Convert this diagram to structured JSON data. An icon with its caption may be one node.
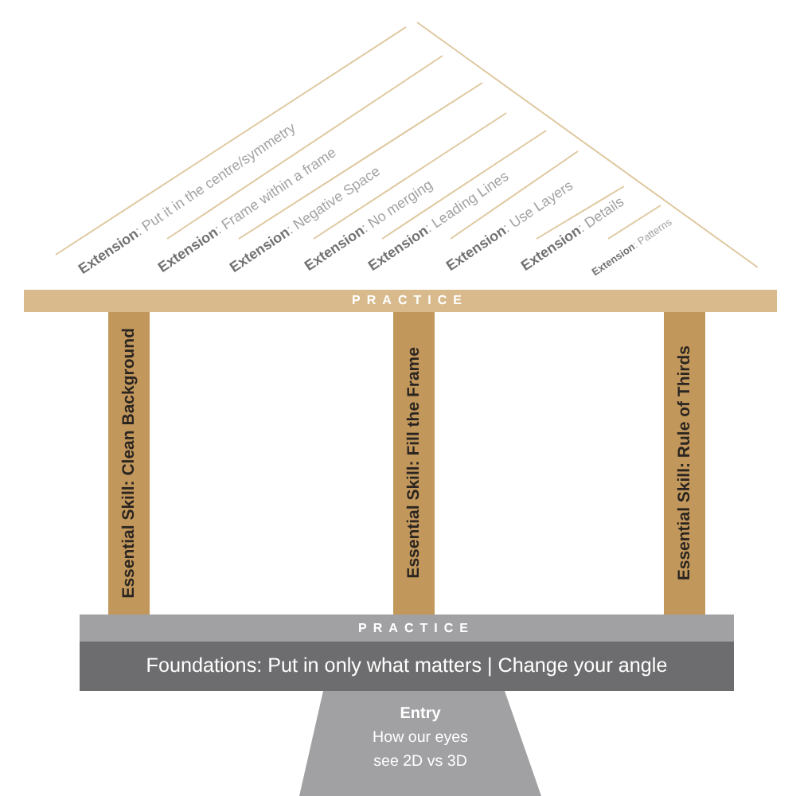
{
  "diagram": {
    "nodes": [
      {
        "text": [
          "**Extension**: Put it in the centre/symmetry",
          "**Extension**: Frame within a frame",
          "**Extension**: Negative Space",
          "**Extension**: No merging",
          "**Extension**: Leading Lines",
          "**Extension**: Use Layers",
          "**Extension**: Details",
          "**Extension**: Patterns"
        ]
      },
      {
        "text": [
          "PRACTICE"
        ]
      },
      {
        "text": [
          "Essential Skill: Clean Background"
        ]
      },
      {
        "text": [
          "Essential Skill: Fill the Frame"
        ]
      },
      {
        "text": [
          "Essential Skill: Rule of Thirds"
        ]
      },
      {
        "text": [
          "PRACTICE"
        ]
      },
      {
        "text": [
          "Foundations: Put in only what matters | Change your angle"
        ]
      },
      {
        "text": [
          "Entry",
          "How our eyes see 2D vs 3D"
        ]
      }
    ]
  }
}
